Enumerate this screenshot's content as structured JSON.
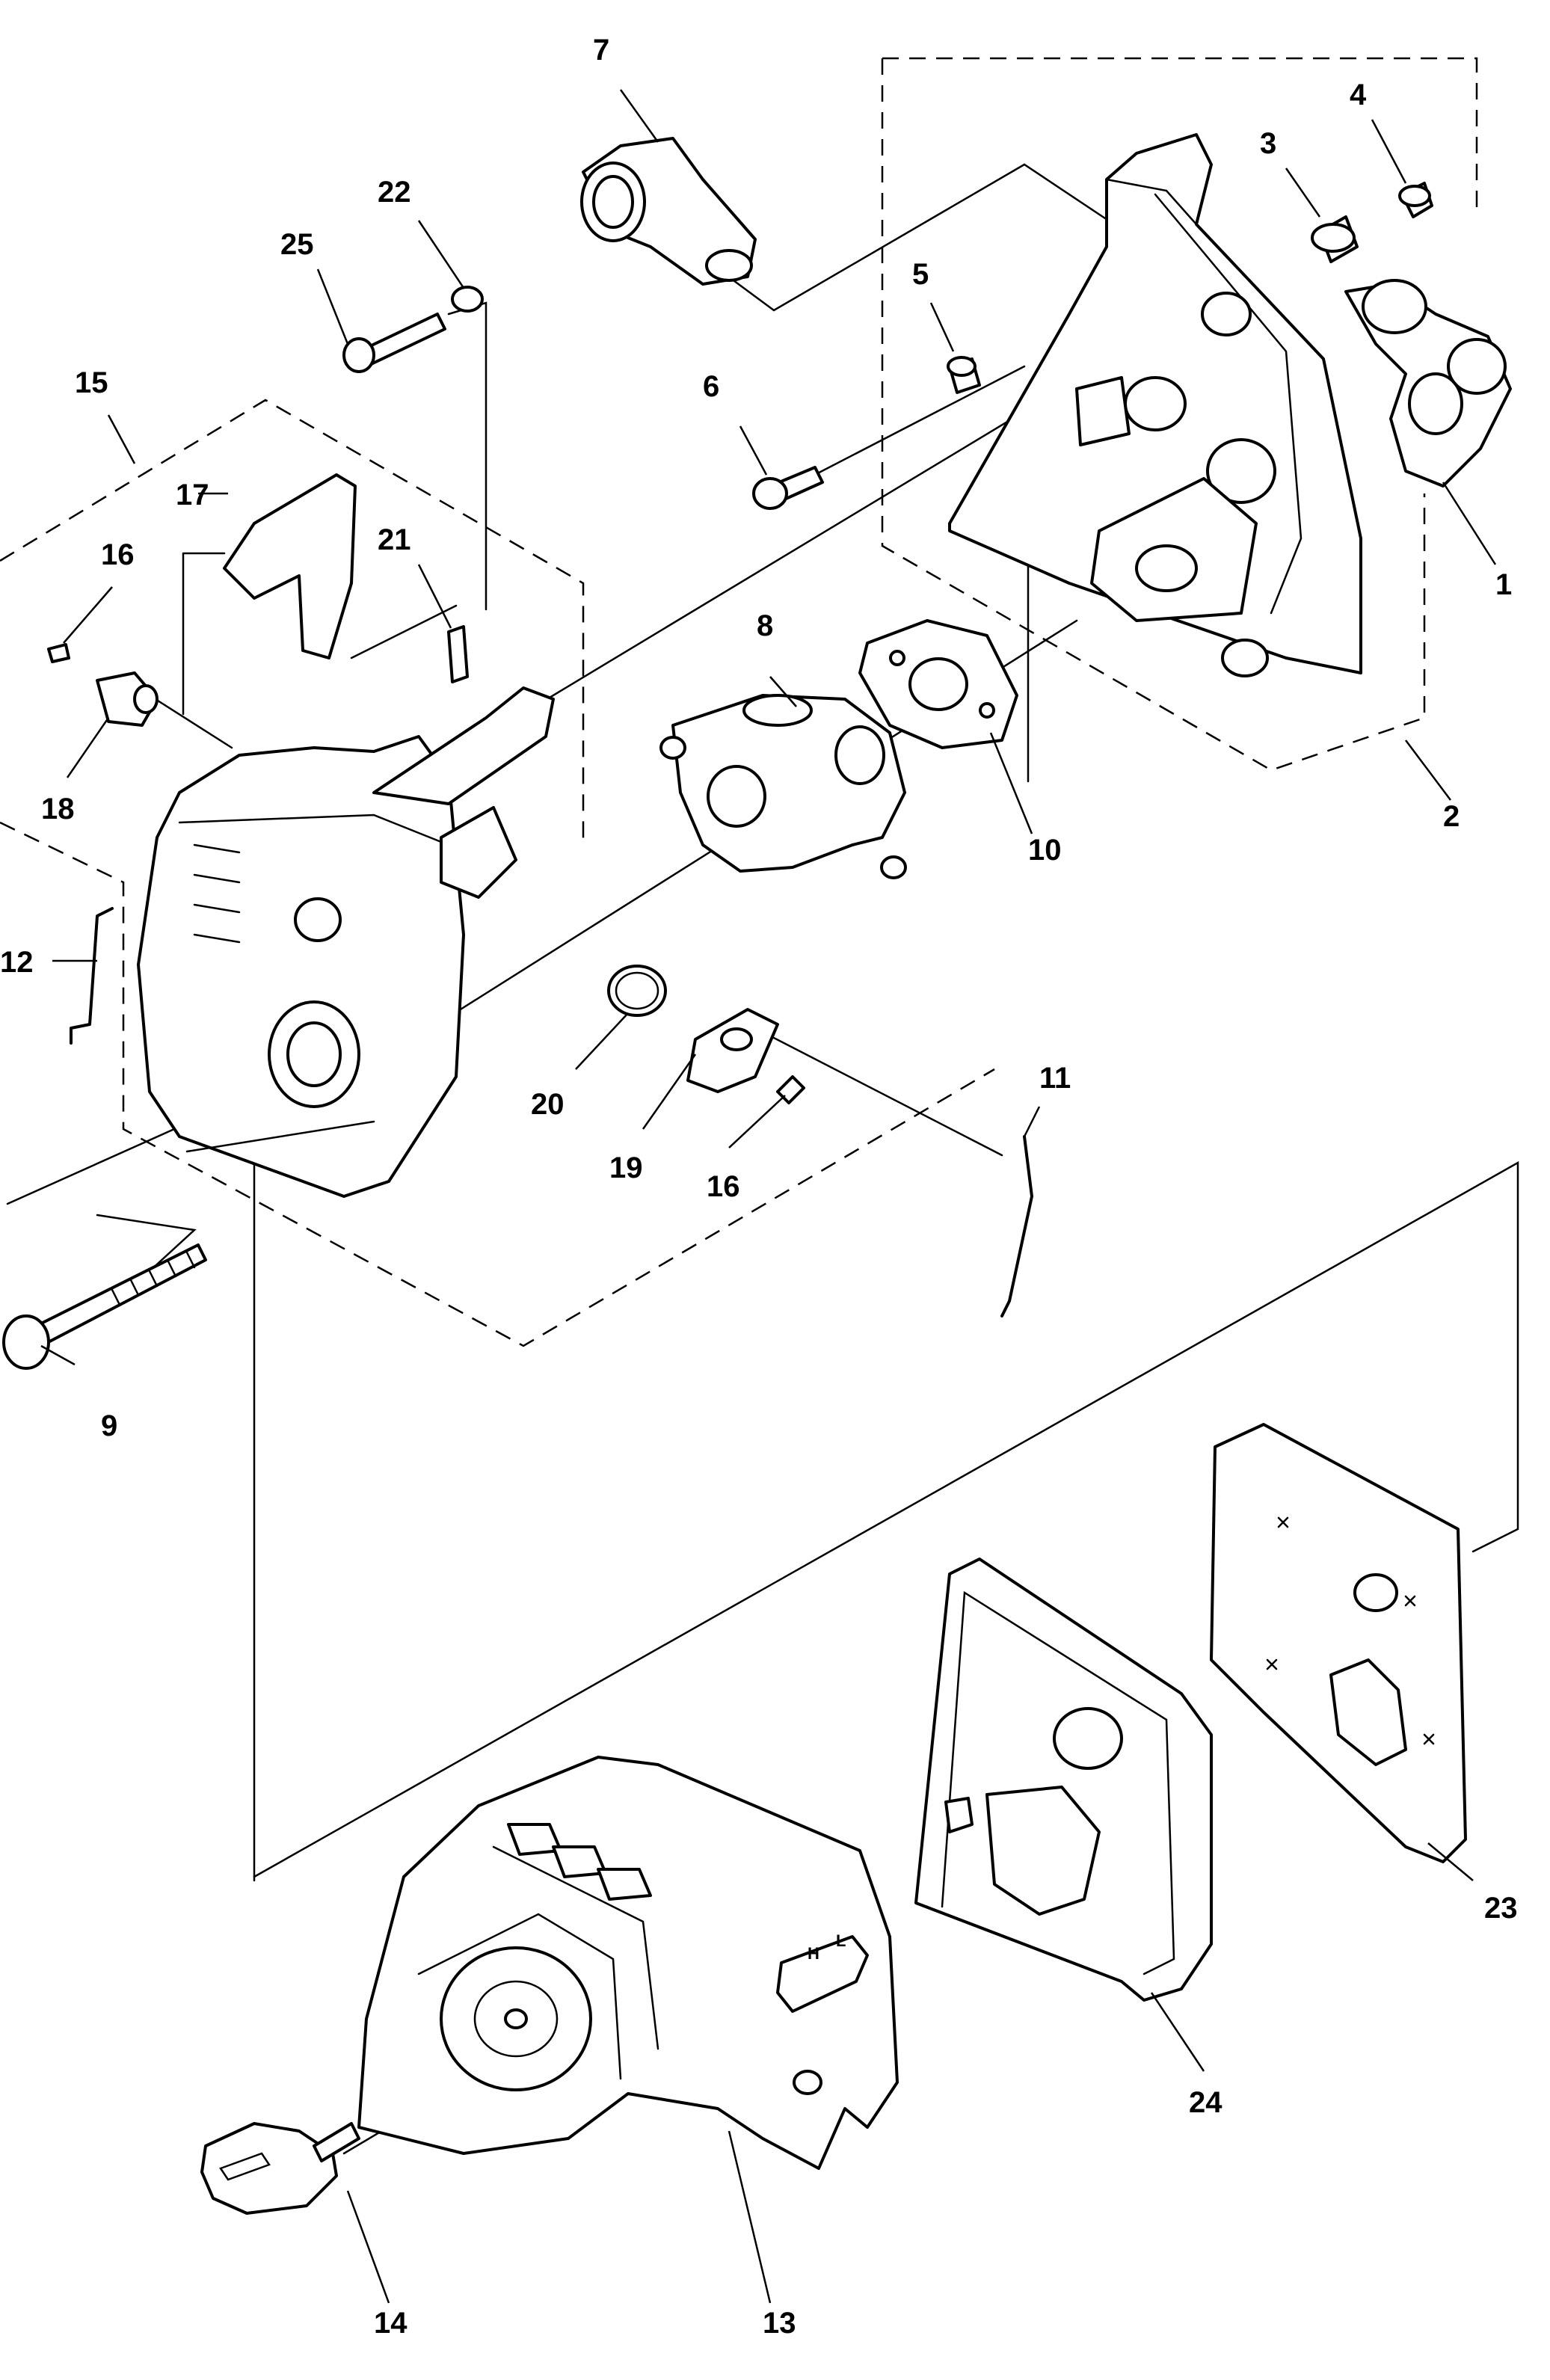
{
  "callouts": [
    {
      "id": "c1",
      "text": "1"
    },
    {
      "id": "c2",
      "text": "2"
    },
    {
      "id": "c3",
      "text": "3"
    },
    {
      "id": "c4",
      "text": "4"
    },
    {
      "id": "c5",
      "text": "5"
    },
    {
      "id": "c6",
      "text": "6"
    },
    {
      "id": "c7",
      "text": "7"
    },
    {
      "id": "c8",
      "text": "8"
    },
    {
      "id": "c9",
      "text": "9"
    },
    {
      "id": "c10",
      "text": "10"
    },
    {
      "id": "c11",
      "text": "11"
    },
    {
      "id": "c12",
      "text": "12"
    },
    {
      "id": "c13",
      "text": "13"
    },
    {
      "id": "c14",
      "text": "14"
    },
    {
      "id": "c15",
      "text": "15"
    },
    {
      "id": "c16a",
      "text": "16"
    },
    {
      "id": "c16b",
      "text": "16"
    },
    {
      "id": "c17",
      "text": "17"
    },
    {
      "id": "c18",
      "text": "18"
    },
    {
      "id": "c19",
      "text": "19"
    },
    {
      "id": "c20",
      "text": "20"
    },
    {
      "id": "c21",
      "text": "21"
    },
    {
      "id": "c22",
      "text": "22"
    },
    {
      "id": "c23",
      "text": "23"
    },
    {
      "id": "c24",
      "text": "24"
    },
    {
      "id": "c25",
      "text": "25"
    }
  ],
  "cover_markings": {
    "high": "H",
    "low": "L"
  }
}
